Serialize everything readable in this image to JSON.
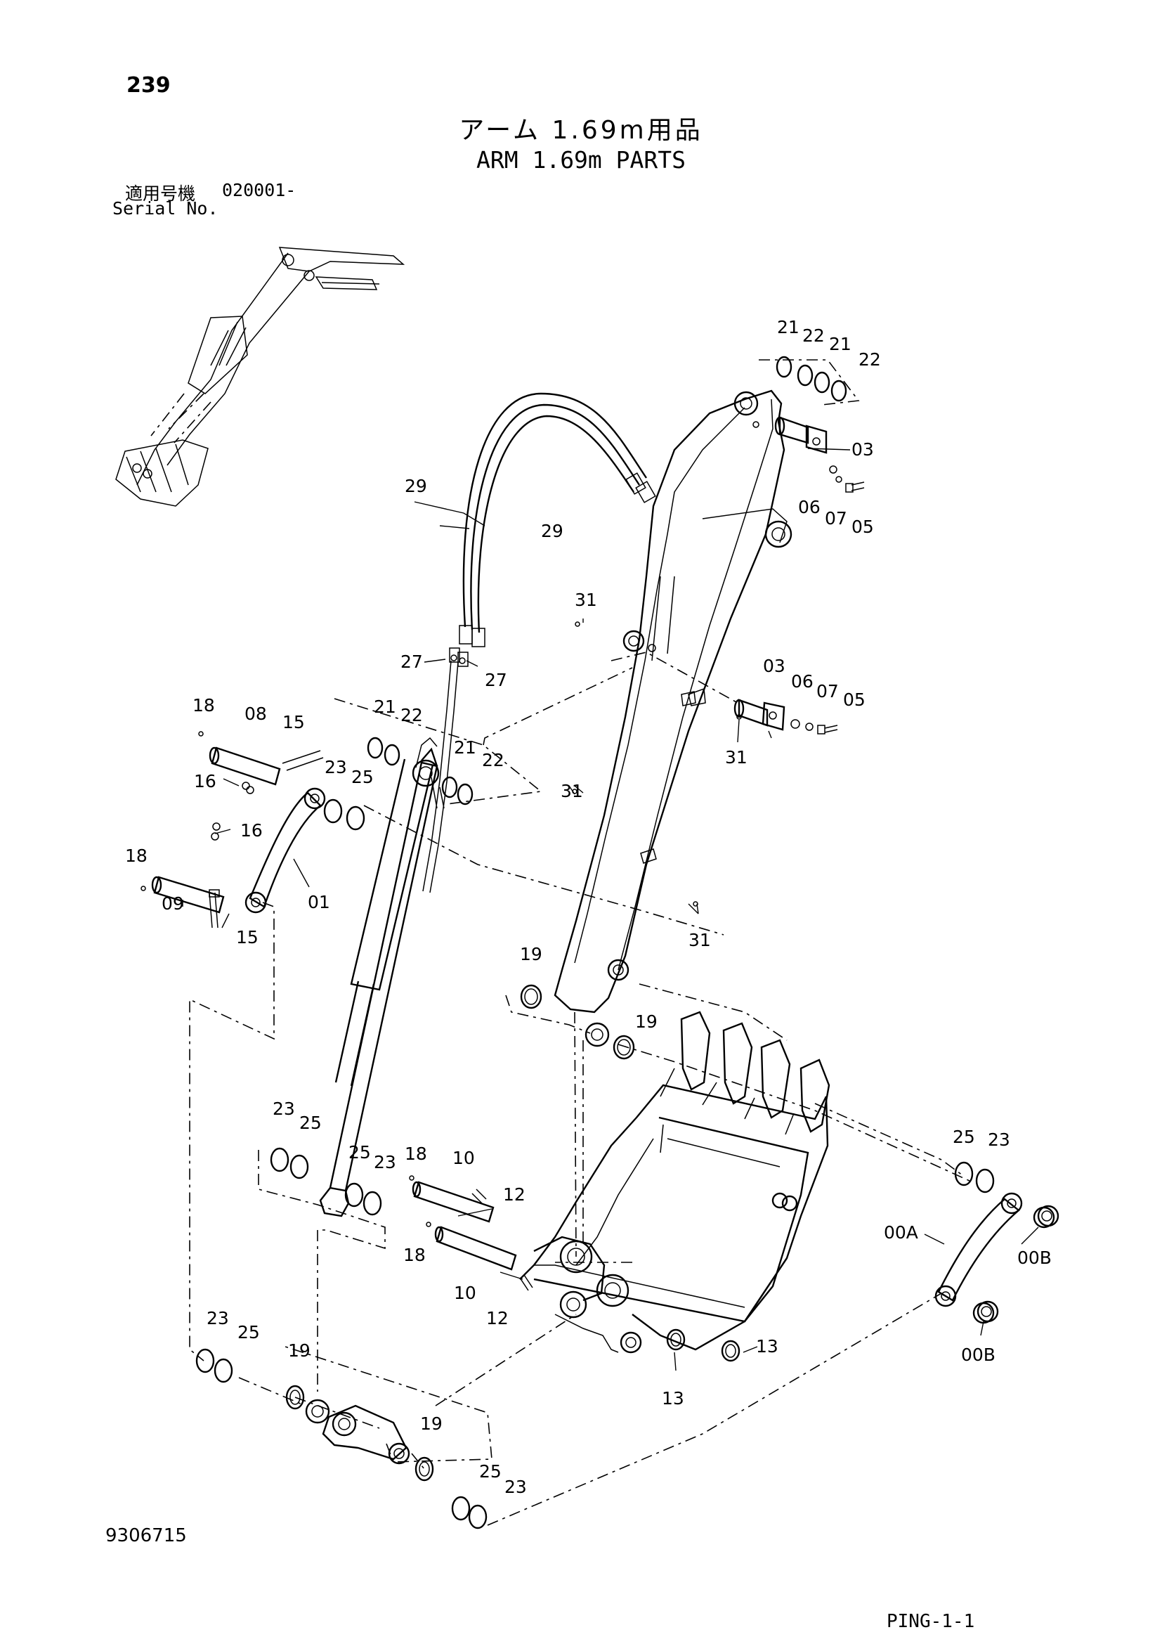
{
  "header": {
    "page_number": "239",
    "title_jp": "アーム 1.69m用品",
    "title_en": "ARM 1.69m PARTS",
    "serial_label_jp": "適用号機",
    "serial_value": "020001-",
    "serial_label_en": "Serial No."
  },
  "footer": {
    "doc_number": "9306715",
    "page_code": "PING-1-1"
  },
  "diagram": {
    "part_callouts": [
      {
        "id": "c1",
        "text": "21"
      },
      {
        "id": "c2",
        "text": "22"
      },
      {
        "id": "c3",
        "text": "21"
      },
      {
        "id": "c4",
        "text": "22"
      },
      {
        "id": "c5",
        "text": "03"
      },
      {
        "id": "c6",
        "text": "06"
      },
      {
        "id": "c7",
        "text": "07"
      },
      {
        "id": "c8",
        "text": "05"
      },
      {
        "id": "c9",
        "text": "29"
      },
      {
        "id": "c10",
        "text": "29"
      },
      {
        "id": "c11",
        "text": "31"
      },
      {
        "id": "c12",
        "text": "27"
      },
      {
        "id": "c13",
        "text": "27"
      },
      {
        "id": "c14",
        "text": "03"
      },
      {
        "id": "c15",
        "text": "06"
      },
      {
        "id": "c16",
        "text": "07"
      },
      {
        "id": "c17",
        "text": "05"
      },
      {
        "id": "c18",
        "text": "31"
      },
      {
        "id": "c19",
        "text": "18"
      },
      {
        "id": "c20",
        "text": "08"
      },
      {
        "id": "c21",
        "text": "15"
      },
      {
        "id": "c22",
        "text": "21"
      },
      {
        "id": "c23",
        "text": "22"
      },
      {
        "id": "c24",
        "text": "21"
      },
      {
        "id": "c25",
        "text": "22"
      },
      {
        "id": "c26",
        "text": "16"
      },
      {
        "id": "c27",
        "text": "23"
      },
      {
        "id": "c28",
        "text": "25"
      },
      {
        "id": "c29",
        "text": "31"
      },
      {
        "id": "c30",
        "text": "16"
      },
      {
        "id": "c31",
        "text": "18"
      },
      {
        "id": "c32",
        "text": "09"
      },
      {
        "id": "c33",
        "text": "01"
      },
      {
        "id": "c34",
        "text": "15"
      },
      {
        "id": "c35",
        "text": "31"
      },
      {
        "id": "c36",
        "text": "19"
      },
      {
        "id": "c37",
        "text": "19"
      },
      {
        "id": "c38",
        "text": "23"
      },
      {
        "id": "c39",
        "text": "25"
      },
      {
        "id": "c40",
        "text": "18"
      },
      {
        "id": "c41",
        "text": "10"
      },
      {
        "id": "c42",
        "text": "25"
      },
      {
        "id": "c43",
        "text": "23"
      },
      {
        "id": "c44",
        "text": "12"
      },
      {
        "id": "c45",
        "text": "25"
      },
      {
        "id": "c46",
        "text": "23"
      },
      {
        "id": "c47",
        "text": "00A"
      },
      {
        "id": "c48",
        "text": "00B"
      },
      {
        "id": "c49",
        "text": "18"
      },
      {
        "id": "c50",
        "text": "10"
      },
      {
        "id": "c51",
        "text": "12"
      },
      {
        "id": "c52",
        "text": "13"
      },
      {
        "id": "c53",
        "text": "00B"
      },
      {
        "id": "c54",
        "text": "13"
      },
      {
        "id": "c55",
        "text": "23"
      },
      {
        "id": "c56",
        "text": "25"
      },
      {
        "id": "c57",
        "text": "19"
      },
      {
        "id": "c58",
        "text": "19"
      },
      {
        "id": "c59",
        "text": "25"
      },
      {
        "id": "c60",
        "text": "23"
      }
    ]
  }
}
